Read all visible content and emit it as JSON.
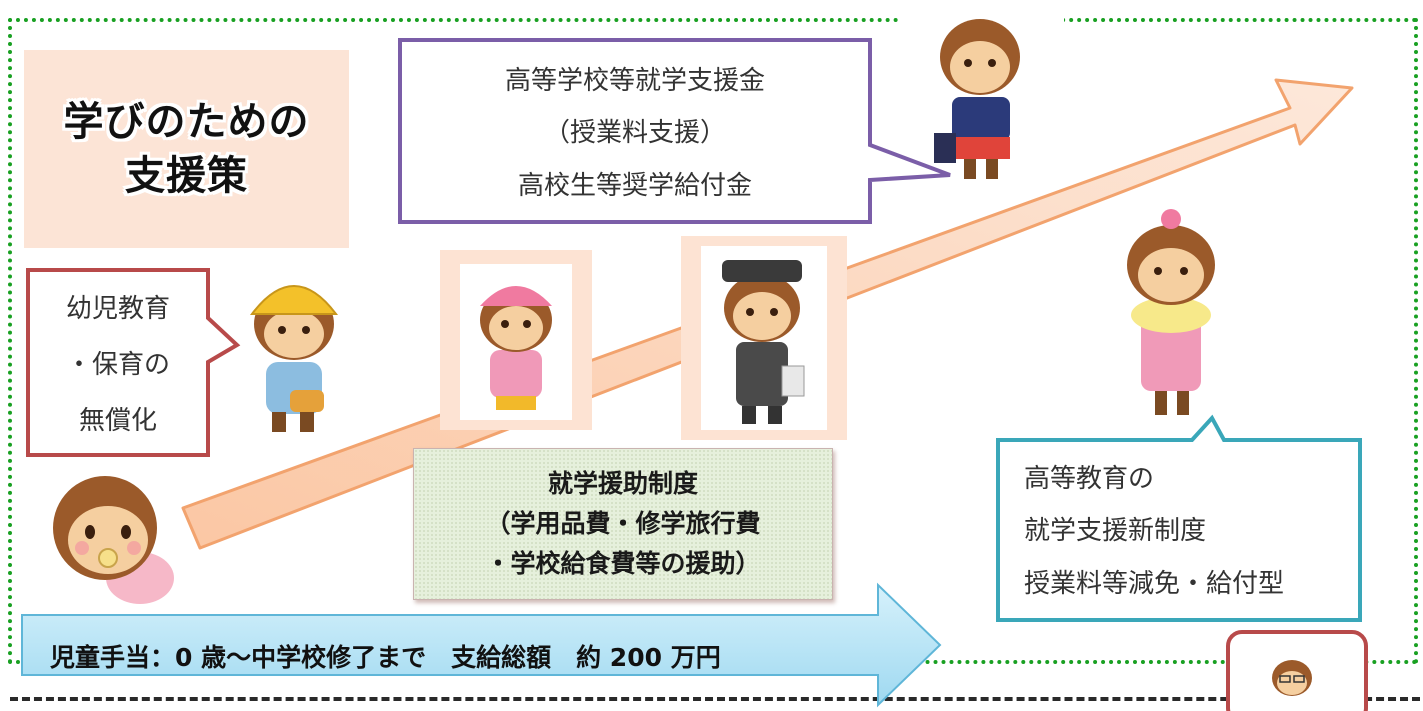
{
  "title": {
    "line1": "学びのための",
    "line2": "支援策"
  },
  "high_school_bubble": {
    "line1": "高等学校等就学支援金",
    "line2": "（授業料支援）",
    "line3": "高校生等奨学給付金"
  },
  "preschool_bubble": {
    "line1": "幼児教育",
    "line2": "・保育の",
    "line3": "無償化"
  },
  "school_aid": {
    "line1": "就学援助制度",
    "line2": "（学用品費・修学旅行費",
    "line3": "・学校給食費等の援助）"
  },
  "higher_ed_bubble": {
    "line1": "高等教育の",
    "line2": "就学支援新制度",
    "line3": "授業料等減免・給付型"
  },
  "child_allowance": {
    "text": "児童手当：0 歳〜中学校修了まで　支給総額　約 200 万円"
  },
  "colors": {
    "frame": "#19a022",
    "growth_arrow": "#fcd8c0",
    "allowance_arrow": "#b5e4f6",
    "hs_border": "#7b5ea8",
    "pre_border": "#b84a4a",
    "he_border": "#3aa7b9"
  }
}
